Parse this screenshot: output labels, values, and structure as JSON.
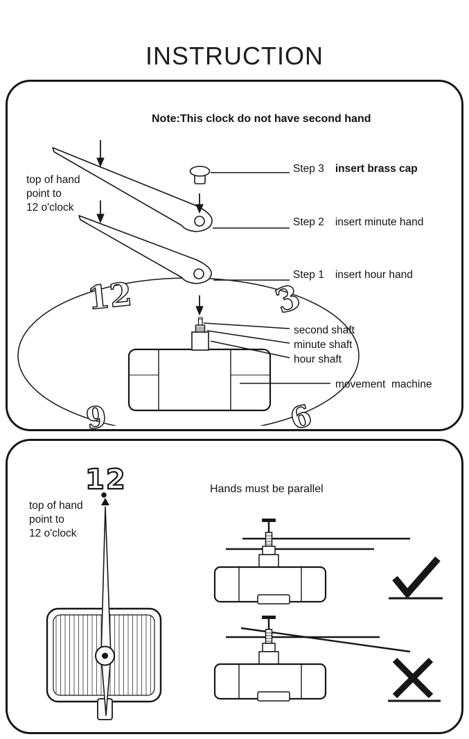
{
  "title": "INSTRUCTION",
  "colors": {
    "ink": "#161616",
    "paper": "#ffffff"
  },
  "panel1": {
    "note": "Note:This clock do not have second hand",
    "hand_note": {
      "line1": "top of hand",
      "line2": "point to",
      "line3": "12 o'clock"
    },
    "steps": [
      {
        "label": "Step 3",
        "action": "insert brass cap"
      },
      {
        "label": "Step 2",
        "action": "insert minute hand"
      },
      {
        "label": "Step 1",
        "action": "insert hour hand"
      }
    ],
    "labels": {
      "second_shaft": "second shaft",
      "minute_shaft": "minute shaft",
      "hour_shaft": "hour shaft",
      "movement_machine": "movement  machine"
    },
    "clock_numbers": {
      "n12": "12",
      "n3": "3",
      "n9": "9",
      "n6": "6"
    }
  },
  "panel2": {
    "number_12": "12",
    "hand_note": {
      "line1": "top of hand",
      "line2": "point to",
      "line3": "12 o'clock"
    },
    "parallel_note": "Hands must be parallel"
  }
}
